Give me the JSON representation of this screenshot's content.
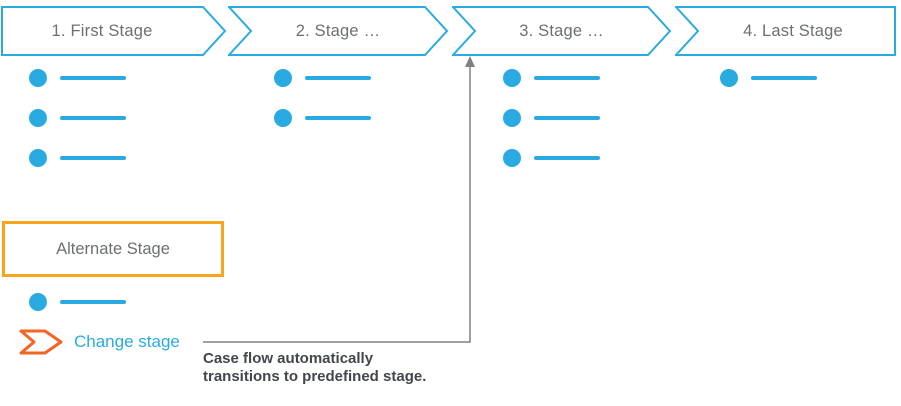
{
  "diagram": {
    "title": "case-life-cycle",
    "stages": [
      {
        "label": "1. First Stage",
        "step_count": 3
      },
      {
        "label": "2. Stage …",
        "step_count": 2
      },
      {
        "label": "3. Stage …",
        "step_count": 3
      },
      {
        "label": "4. Last Stage",
        "step_count": 1
      }
    ],
    "alternate_stage": {
      "label": "Alternate Stage",
      "step_count": 1,
      "action_label": "Change stage"
    },
    "annotation": {
      "line1": "Case flow automatically",
      "line2": "transitions to predefined stage."
    },
    "colors": {
      "stage_blue": "#29ABE2",
      "alternate_border_orange": "#F9A51C",
      "change_stage_orange": "#F26522",
      "stage_label_gray": "#6C7075",
      "annotation_gray": "#42474C",
      "arrow_gray": "#808080"
    }
  }
}
